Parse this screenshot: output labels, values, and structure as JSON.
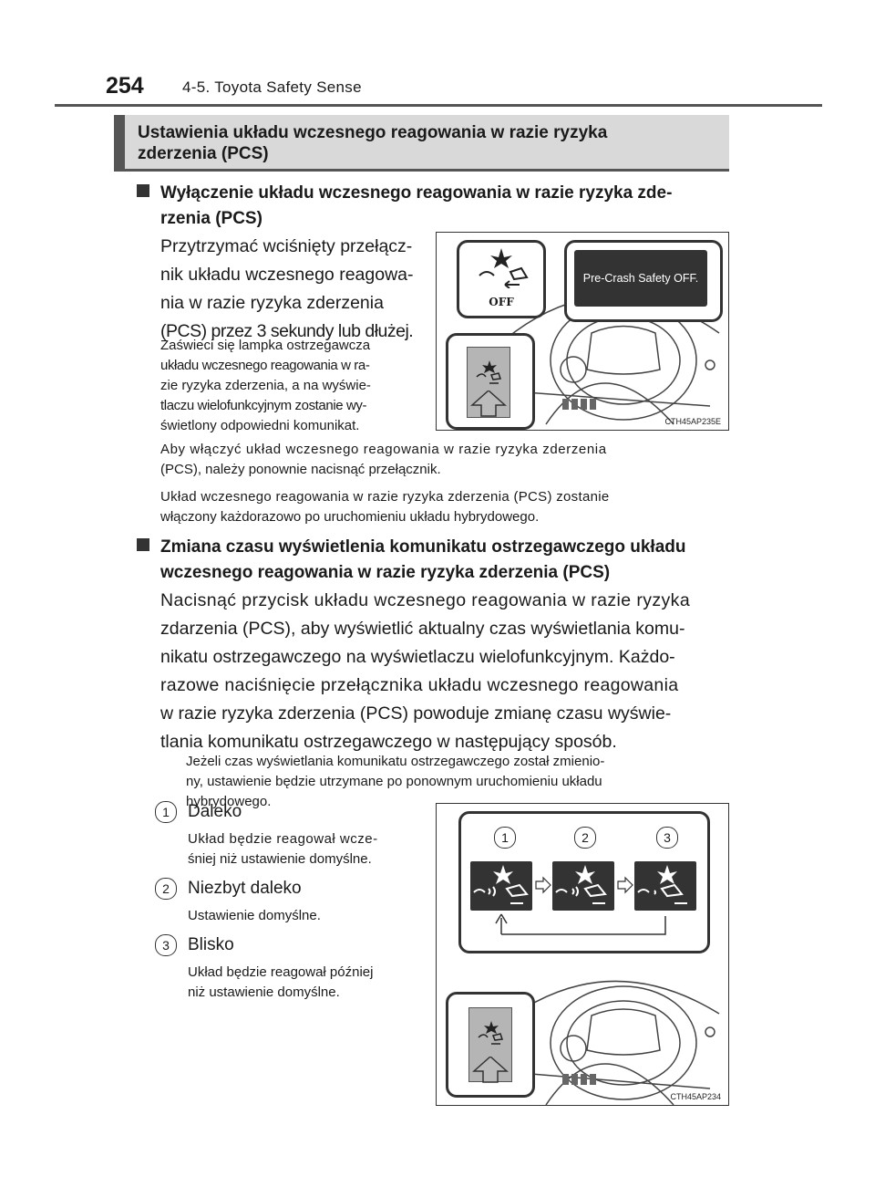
{
  "header": {
    "page_number": "254",
    "chapter": "4-5. Toyota Safety Sense"
  },
  "section": {
    "title_line1": "Ustawienia układu wczesnego reagowania w razie ryzyka",
    "title_line2": "zderzenia (PCS)"
  },
  "off_setting": {
    "heading_line1": "Wyłączenie układu wczesnego reagowania w razie ryzyka zde-",
    "heading_line2": "rzenia (PCS)",
    "instruction_lines": [
      "Przytrzymać wciśnięty przełącz-",
      "nik układu wczesnego reagowa-",
      "nia w razie ryzyka zderzenia",
      "(PCS) przez 3 sekundy lub dłużej."
    ],
    "note_lines": [
      "Zaświeci się lampka ostrzegawcza",
      "układu wczesnego reagowania w ra-",
      "zie ryzyka zderzenia, a na wyświe-",
      "tlaczu wielofunkcyjnym zostanie wy-",
      "świetlony odpowiedni komunikat."
    ],
    "note2_lines": [
      "Aby włączyć układ wczesnego reagowania w razie ryzyka zderzenia",
      "(PCS), należy ponownie nacisnąć przełącznik."
    ],
    "note3_lines": [
      "Układ wczesnego reagowania w razie ryzyka zderzenia (PCS) zostanie",
      "włączony każdorazowo po uruchomieniu układu hybrydowego."
    ],
    "figure": {
      "code": "CTH45AP235E",
      "display_text": "Pre-Crash Safety OFF.",
      "off_label": "OFF"
    }
  },
  "timing_setting": {
    "heading_line1": "Zmiana czasu wyświetlenia komunikatu ostrzegawczego układu",
    "heading_line2": "wczesnego reagowania w razie ryzyka zderzenia (PCS)",
    "body_lines": [
      "Nacisnąć przycisk układu wczesnego reagowania w razie ryzyka",
      "zdarzenia (PCS), aby wyświetlić aktualny czas wyświetlania komu-",
      "nikatu ostrzegawczego na wyświetlaczu wielofunkcyjnym. Każdo-",
      "razowe naciśnięcie przełącznika układu wczesnego reagowania",
      "w razie ryzyka zderzenia (PCS) powoduje zmianę czasu wyświe-",
      "tlania komunikatu ostrzegawczego w następujący sposób."
    ],
    "note_lines": [
      "Jeżeli czas wyświetlania komunikatu ostrzegawczego został zmienio-",
      "ny, ustawienie będzie utrzymane po ponownym uruchomieniu układu",
      "hybrydowego."
    ],
    "options": [
      {
        "num": "1",
        "title": "Daleko",
        "desc_lines": [
          "Układ będzie reagował wcze-",
          "śniej niż ustawienie domyślne."
        ]
      },
      {
        "num": "2",
        "title": "Niezbyt daleko",
        "desc_lines": [
          "Ustawienie domyślne."
        ]
      },
      {
        "num": "3",
        "title": "Blisko",
        "desc_lines": [
          "Układ będzie reagował później",
          "niż ustawienie domyślne."
        ]
      }
    ],
    "figure": {
      "code": "CTH45AP234",
      "labels": [
        "1",
        "2",
        "3"
      ]
    }
  }
}
